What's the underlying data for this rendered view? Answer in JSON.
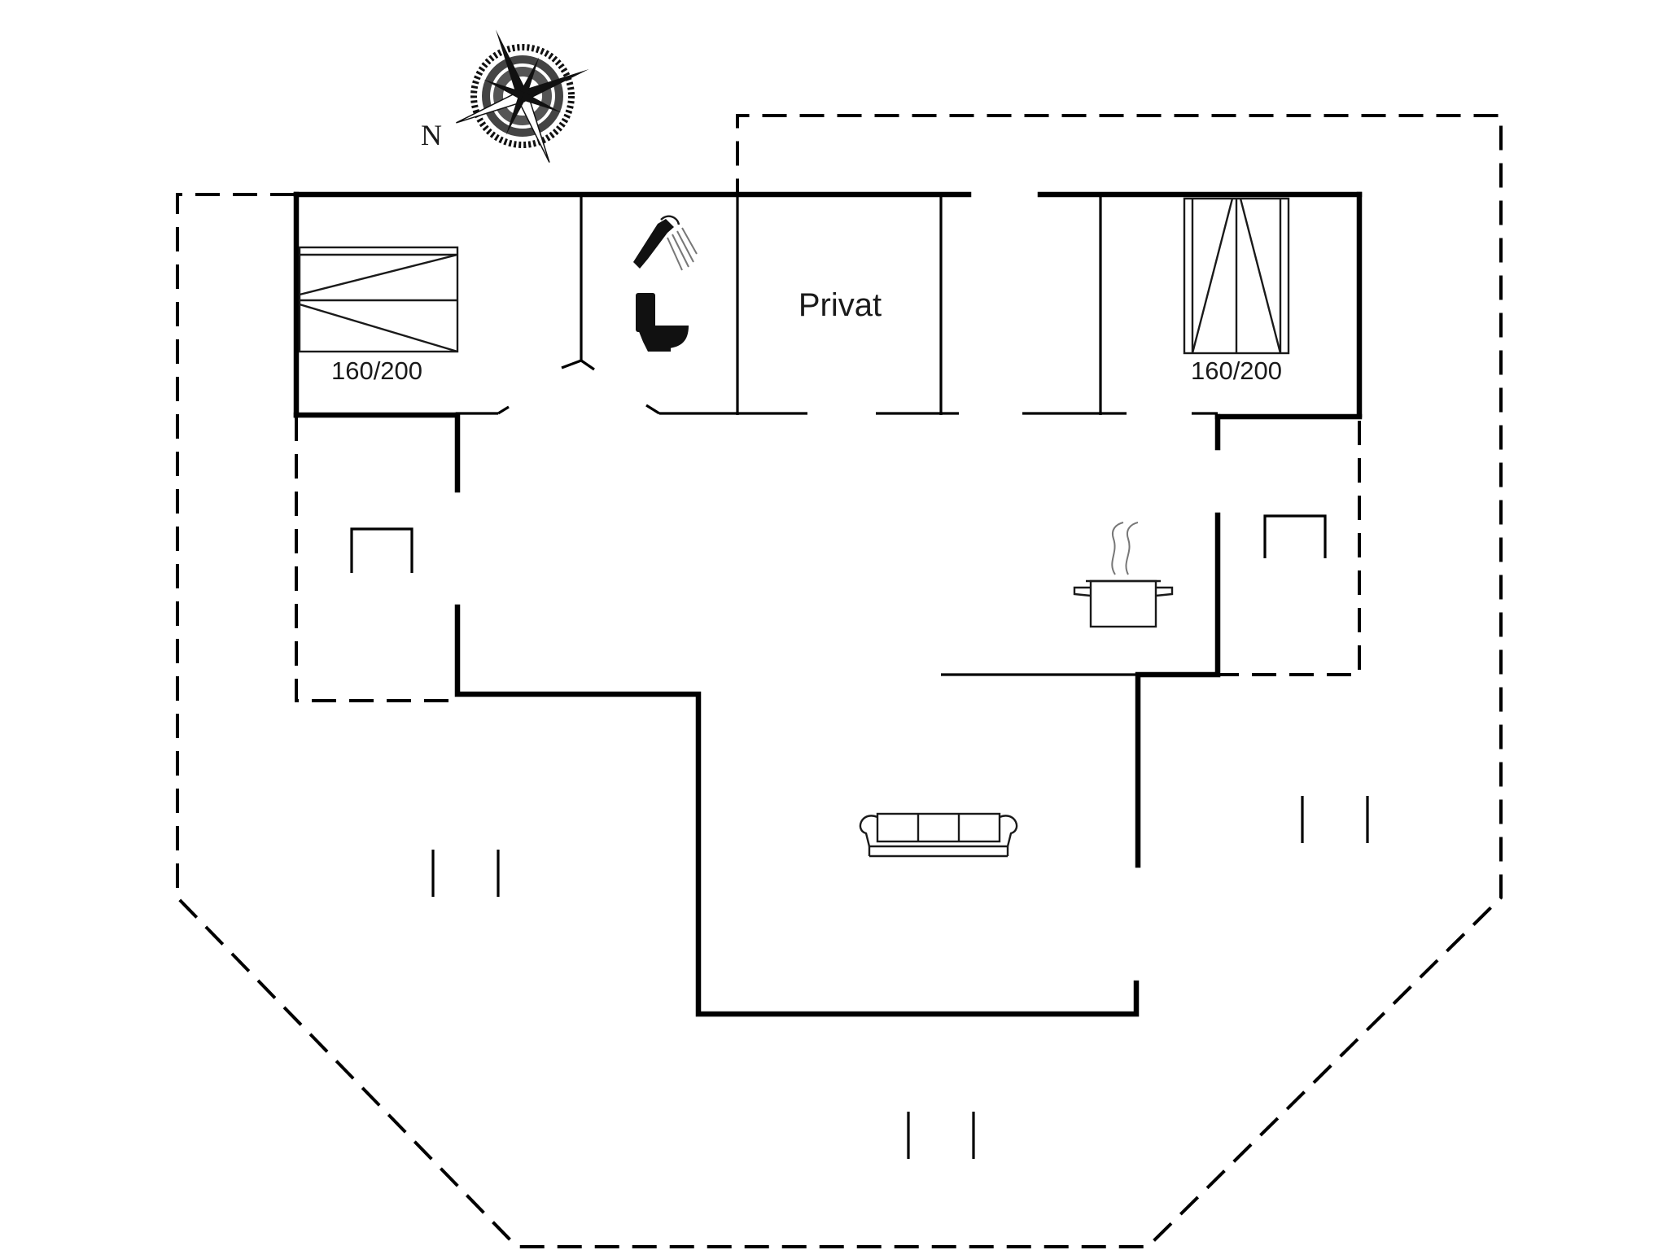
{
  "plan": {
    "compass": {
      "north_label": "N"
    },
    "rooms": {
      "private_label": "Privat"
    },
    "bedroom_west": {
      "bed_size": "160/200"
    },
    "bedroom_east": {
      "bed_size": "160/200"
    }
  }
}
